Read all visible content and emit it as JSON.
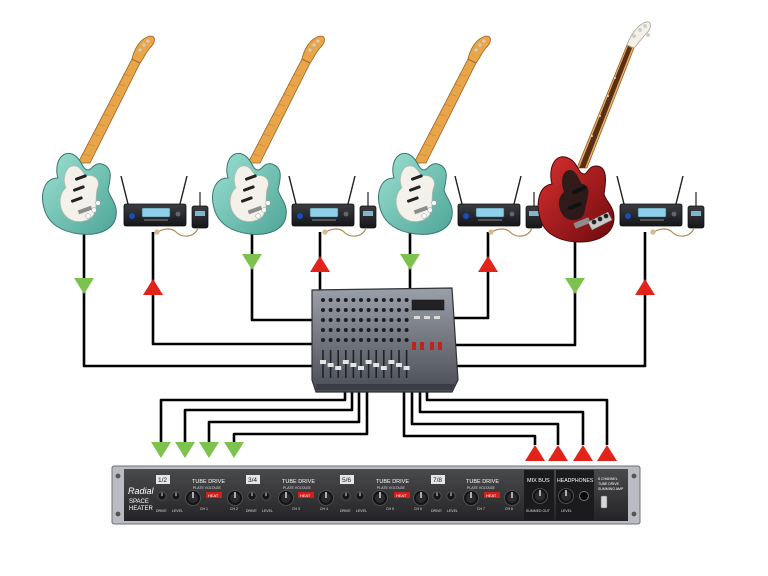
{
  "colors": {
    "wire": "#000000",
    "arrow_in": "#7ec24e",
    "arrow_out": "#e2231a",
    "guitar_body": "#7fcfc0",
    "bass_body": "#b0151c",
    "neck": "#e8a54a",
    "rack_face": "#3a3a3c",
    "mixer_body": "#6c6f78"
  },
  "rack": {
    "brand_lines": [
      "Radial",
      "SPACE",
      "HEATER"
    ],
    "groups": [
      {
        "pair": "1/2",
        "title": "TUBE DRIVE",
        "sub": "PLATE VOLTAGE",
        "heat": "HEAT",
        "ch_a": "CH 1",
        "ch_b": "CH 2",
        "knob_left": "DRIVE",
        "knob_right": "LEVEL"
      },
      {
        "pair": "3/4",
        "title": "TUBE DRIVE",
        "sub": "PLATE VOLTAGE",
        "heat": "HEAT",
        "ch_a": "CH 3",
        "ch_b": "CH 4",
        "knob_left": "DRIVE",
        "knob_right": "LEVEL"
      },
      {
        "pair": "5/6",
        "title": "TUBE DRIVE",
        "sub": "PLATE VOLTAGE",
        "heat": "HEAT",
        "ch_a": "CH 5",
        "ch_b": "CH 6",
        "knob_left": "DRIVE",
        "knob_right": "LEVEL"
      },
      {
        "pair": "7/8",
        "title": "TUBE DRIVE",
        "sub": "PLATE VOLTAGE",
        "heat": "HEAT",
        "ch_a": "CH 7",
        "ch_b": "CH 8",
        "knob_left": "DRIVE",
        "knob_right": "LEVEL"
      }
    ],
    "mix_bus": {
      "title": "MIX BUS",
      "sub": "SUMMED OUT"
    },
    "headphones": {
      "title": "HEADPHONES",
      "sub": "LEVEL"
    },
    "side_text": [
      "8 CHANNEL",
      "TUBE DRIVE",
      "SUMMING AMP"
    ]
  }
}
